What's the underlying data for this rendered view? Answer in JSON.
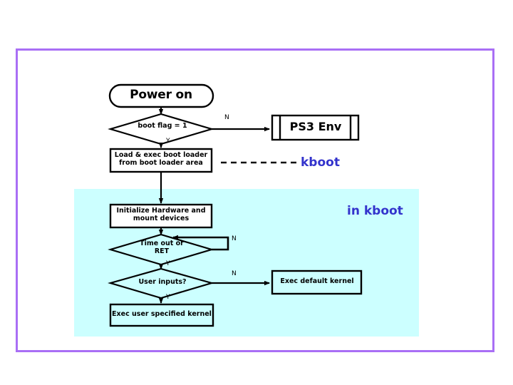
{
  "slide": {
    "frame_color": "#a96ff5",
    "region_color": "#ccffff",
    "accent_color": "#3333cc",
    "stroke_color": "#000000"
  },
  "flowchart": {
    "type": "flowchart",
    "nodes": [
      {
        "id": "power-on",
        "shape": "terminator",
        "label": "Power on"
      },
      {
        "id": "boot-flag",
        "shape": "decision",
        "label": "boot flag = 1"
      },
      {
        "id": "ps3-env",
        "shape": "predefined-process",
        "label": "PS3 Env"
      },
      {
        "id": "load-exec",
        "shape": "process",
        "label": "Load & exec boot loader\nfrom boot loader area"
      },
      {
        "id": "init-hw",
        "shape": "process",
        "label": "Initialize Hardware and\nmount devices"
      },
      {
        "id": "time-out",
        "shape": "decision",
        "label": "Time out or\nRET"
      },
      {
        "id": "user-inputs",
        "shape": "decision",
        "label": "User inputs?"
      },
      {
        "id": "exec-default",
        "shape": "process",
        "label": "Exec default kernel"
      },
      {
        "id": "exec-user",
        "shape": "process",
        "label": "Exec user specified kernel"
      }
    ],
    "edges": [
      {
        "from": "power-on",
        "to": "boot-flag",
        "label": ""
      },
      {
        "from": "boot-flag",
        "to": "ps3-env",
        "label": "N"
      },
      {
        "from": "boot-flag",
        "to": "load-exec",
        "label": "Y"
      },
      {
        "from": "load-exec",
        "to": "init-hw",
        "label": ""
      },
      {
        "from": "init-hw",
        "to": "time-out",
        "label": ""
      },
      {
        "from": "time-out",
        "to": "init-hw",
        "label": "N"
      },
      {
        "from": "time-out",
        "to": "user-inputs",
        "label": "Y"
      },
      {
        "from": "user-inputs",
        "to": "exec-default",
        "label": "N"
      },
      {
        "from": "user-inputs",
        "to": "exec-user",
        "label": "Y"
      }
    ],
    "edge_labels": {
      "n1": "N",
      "y1": "Y",
      "n2": "N",
      "y2": "Y",
      "n3": "N",
      "y3": "Y"
    }
  },
  "callouts": {
    "kboot": "kboot",
    "in_kboot": "in kboot"
  }
}
